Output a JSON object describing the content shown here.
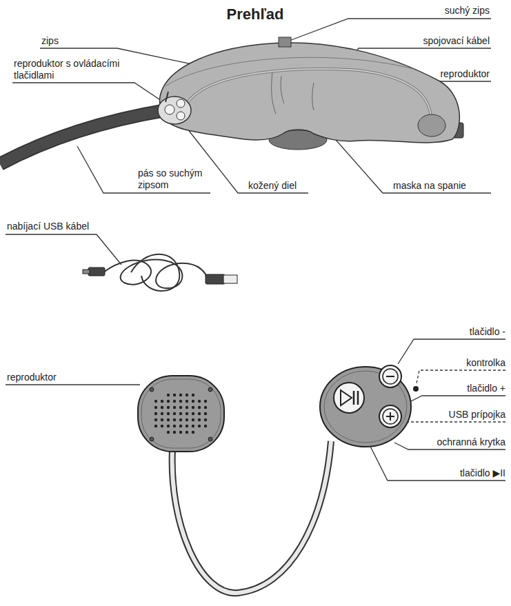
{
  "diagram": {
    "title": "Prehľad",
    "labels": [
      "suchý zips",
      "zips",
      "spojovací kábel",
      "reproduktor s ovládacími tlačidlami",
      "reproduktor",
      "pás so suchým zipsom",
      "kožený diel",
      "maska na spanie",
      "nabíjací USB kábel",
      "reproduktor",
      "tlačidlo -",
      "kontrolka",
      "tlačidlo +",
      "USB prípojka",
      "ochranná krytka",
      "tlačidlo ▶II"
    ]
  }
}
